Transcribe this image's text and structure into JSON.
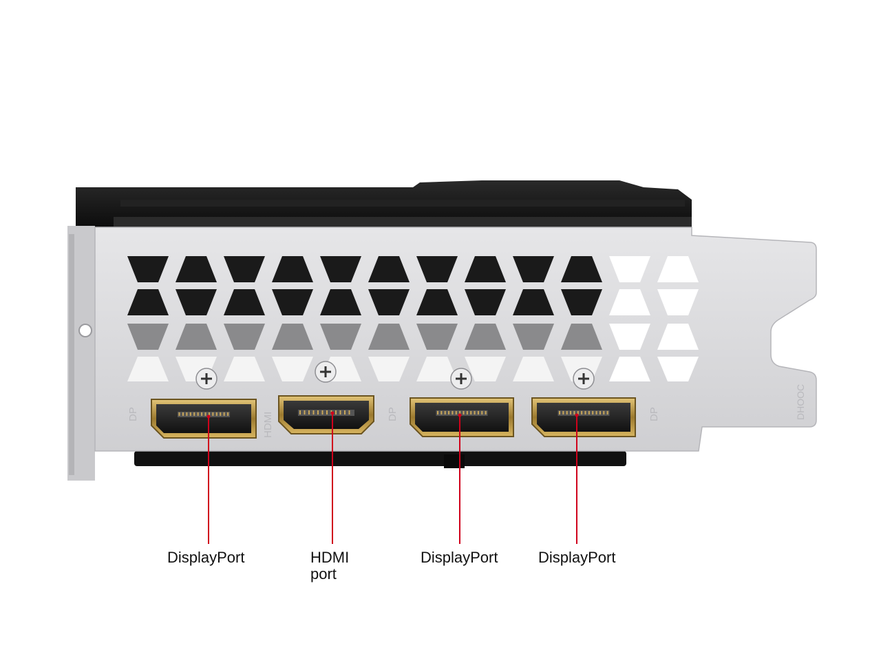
{
  "callouts": [
    {
      "label": "DisplayPort",
      "kind": "displayport"
    },
    {
      "label_line1": "HDMI",
      "label_line2": "port",
      "kind": "hdmi"
    },
    {
      "label": "DisplayPort",
      "kind": "displayport"
    },
    {
      "label": "DisplayPort",
      "kind": "displayport"
    }
  ],
  "bracket_markings": {
    "port_1": "DP",
    "port_2": "HDMI",
    "port_3": "DP",
    "port_4": "DP",
    "edge": "DHOOC"
  },
  "colors": {
    "leader_line": "#d0021b",
    "bracket": "#d7d7d9",
    "shroud": "#151515",
    "connector_gold": "#b8923f"
  }
}
